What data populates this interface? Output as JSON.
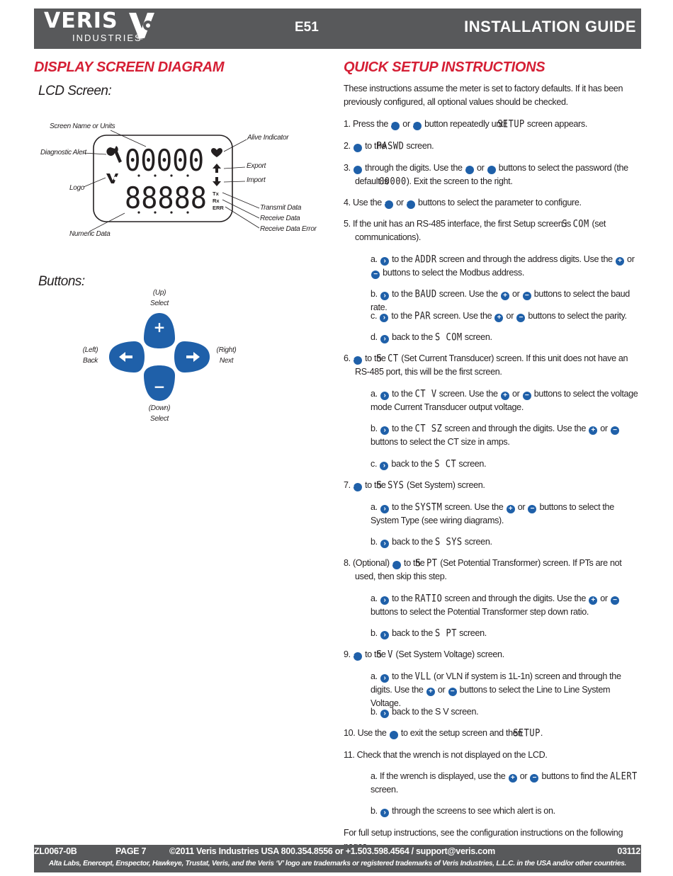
{
  "header": {
    "brand": "VERIS",
    "brand_sub": "INDUSTRIES",
    "tm": "TM",
    "model": "E51",
    "title": "INSTALLATION GUIDE"
  },
  "left": {
    "section_title": "DISPLAY SCREEN DIAGRAM",
    "lcd_heading": "LCD Screen:",
    "lcd_labels": {
      "screen_name": "Screen Name or Units",
      "diagnostic": "Diagnostic Alert",
      "logo": "Logo",
      "numeric": "Numeric Data",
      "alive": "Alive Indicator",
      "export": "Export",
      "import": "Import",
      "transmit": "Transmit Data",
      "receive": "Receive Data",
      "receive_err": "Receive Data Error"
    },
    "lcd_display": {
      "top_digits": "00000",
      "bottom_digits": "88888",
      "tx": "Tx",
      "rx": "Rx",
      "err": "ERR"
    },
    "buttons_heading": "Buttons:",
    "button_labels": {
      "up_line1": "(Up)",
      "up_line2": "Select",
      "left_line1": "(Left)",
      "left_line2": "Back",
      "right_line1": "(Right)",
      "right_line2": "Next",
      "down_line1": "(Down)",
      "down_line2": "Select"
    },
    "button_glyphs": {
      "plus": "+",
      "minus": "−"
    }
  },
  "right": {
    "section_title": "QUICK SETUP INSTRUCTIONS",
    "intro": "These instructions assume the meter is set to factory defaults. If it has been previously configured, all optional values should be checked.",
    "closing": "For full setup instructions, see the configuration instructions on the following pages."
  },
  "icons": {
    "plus_button": "plus-circle-icon",
    "minus_button": "minus-circle-icon",
    "right_button": "right-arrow-circle-icon",
    "left_button": "left-arrow-circle-icon"
  },
  "colors": {
    "brand_gray": "#58595b",
    "heading_red": "#d51f35",
    "button_blue": "#1f60a9"
  },
  "footer": {
    "doc_id": "ZL0067-0B",
    "page": "PAGE 7",
    "contact": "©2011 Veris Industries   USA 800.354.8556 or +1.503.598.4564 / support@veris.com",
    "code": "03112",
    "trademark": "Alta Labs, Enercept, Enspector, Hawkeye, Trustat, Veris, and the Veris ‘V’ logo are trademarks or registered trademarks of  Veris Industries, L.L.C. in the USA and/or other countries."
  }
}
